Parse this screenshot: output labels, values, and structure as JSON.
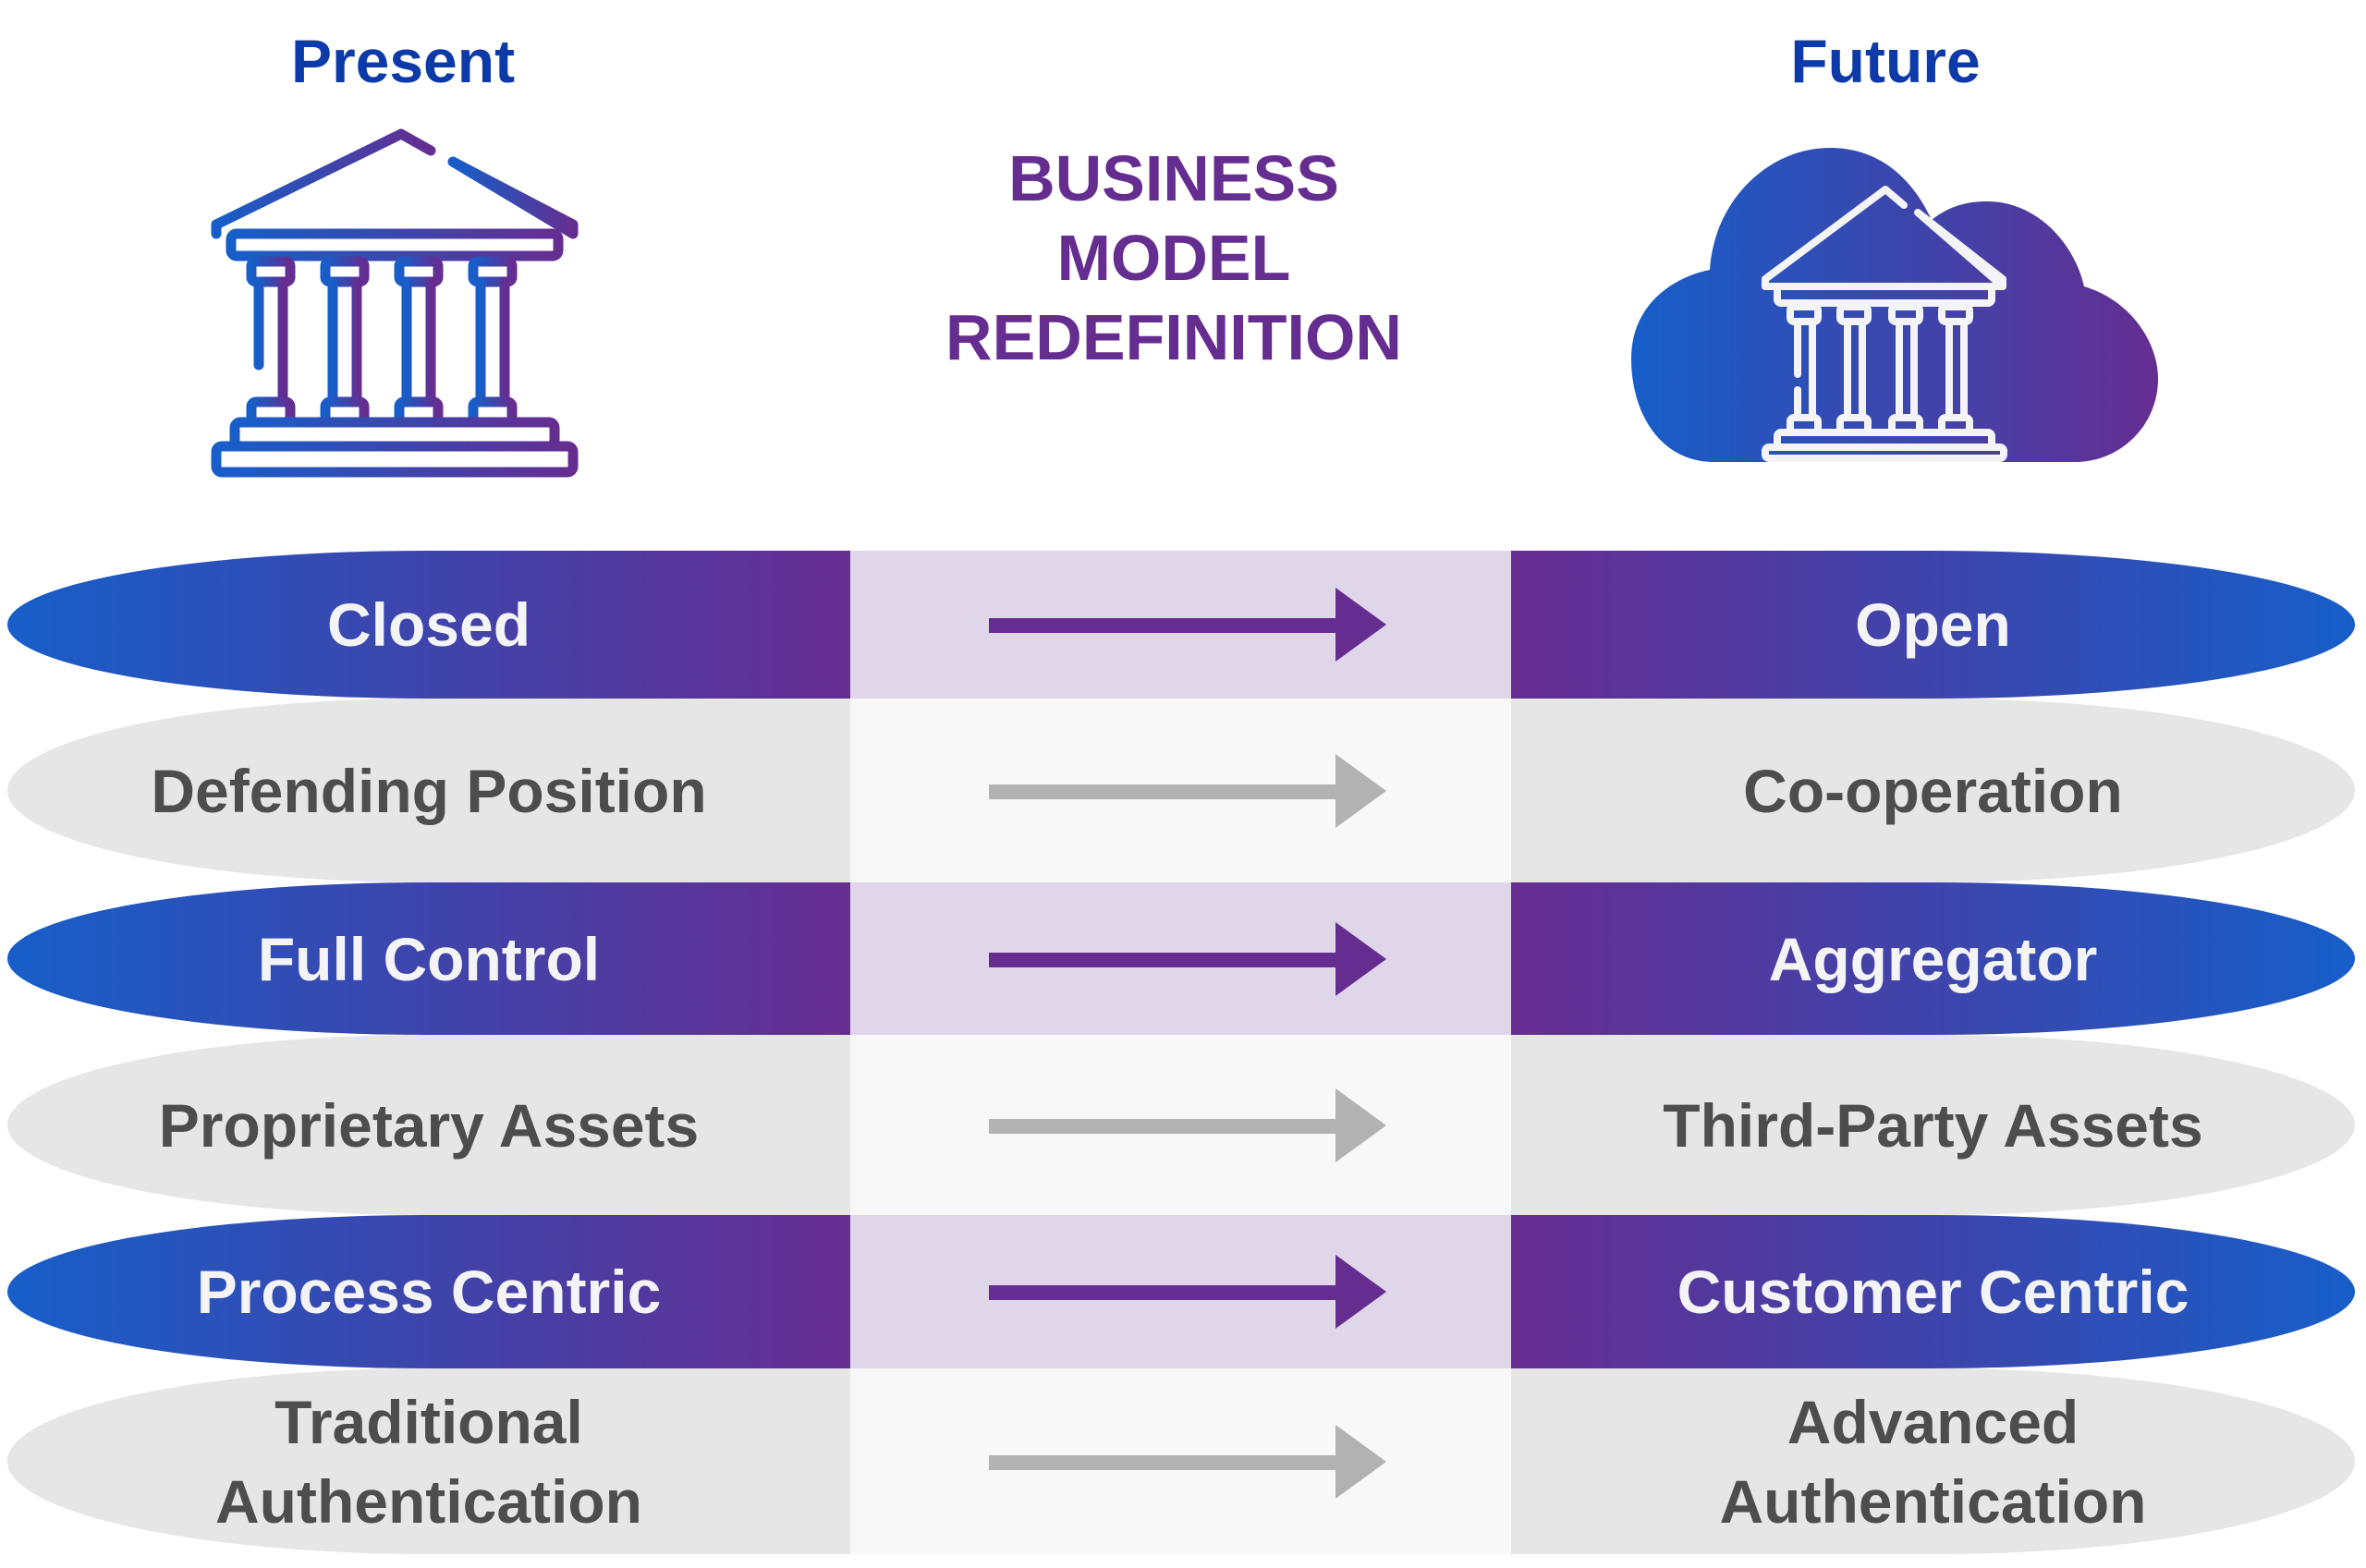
{
  "header": {
    "present_title": "Present",
    "future_title": "Future",
    "center_title_lines": [
      "BUSINESS",
      "MODEL",
      "REDEFINITION"
    ]
  },
  "icons": {
    "present": "bank-building-icon",
    "future": "cloud-bank-icon"
  },
  "colors": {
    "title_blue": "#0D3AA9",
    "center_purple": "#662D91",
    "gradient_blue": "#175EC9",
    "gradient_purple": "#662D91",
    "highlight_band": "#E0D6EA",
    "plain_pill": "#E6E6E6",
    "plain_band": "#F8F8F8",
    "plain_arrow": "#B2B2B2",
    "plain_text": "#4D4D4D",
    "highlight_text": "#F4F4F6"
  },
  "rows": [
    {
      "present": "Closed",
      "future": "Open",
      "style": "highlight"
    },
    {
      "present": "Defending Position",
      "future": "Co-operation",
      "style": "plain"
    },
    {
      "present": "Full Control",
      "future": "Aggregator",
      "style": "highlight"
    },
    {
      "present": "Proprietary Assets",
      "future": "Third-Party Assets",
      "style": "plain"
    },
    {
      "present": "Process Centric",
      "future": "Customer Centric",
      "style": "highlight"
    },
    {
      "present": "Traditional Authentication",
      "future": "Advanced Authentication",
      "style": "plain"
    }
  ]
}
